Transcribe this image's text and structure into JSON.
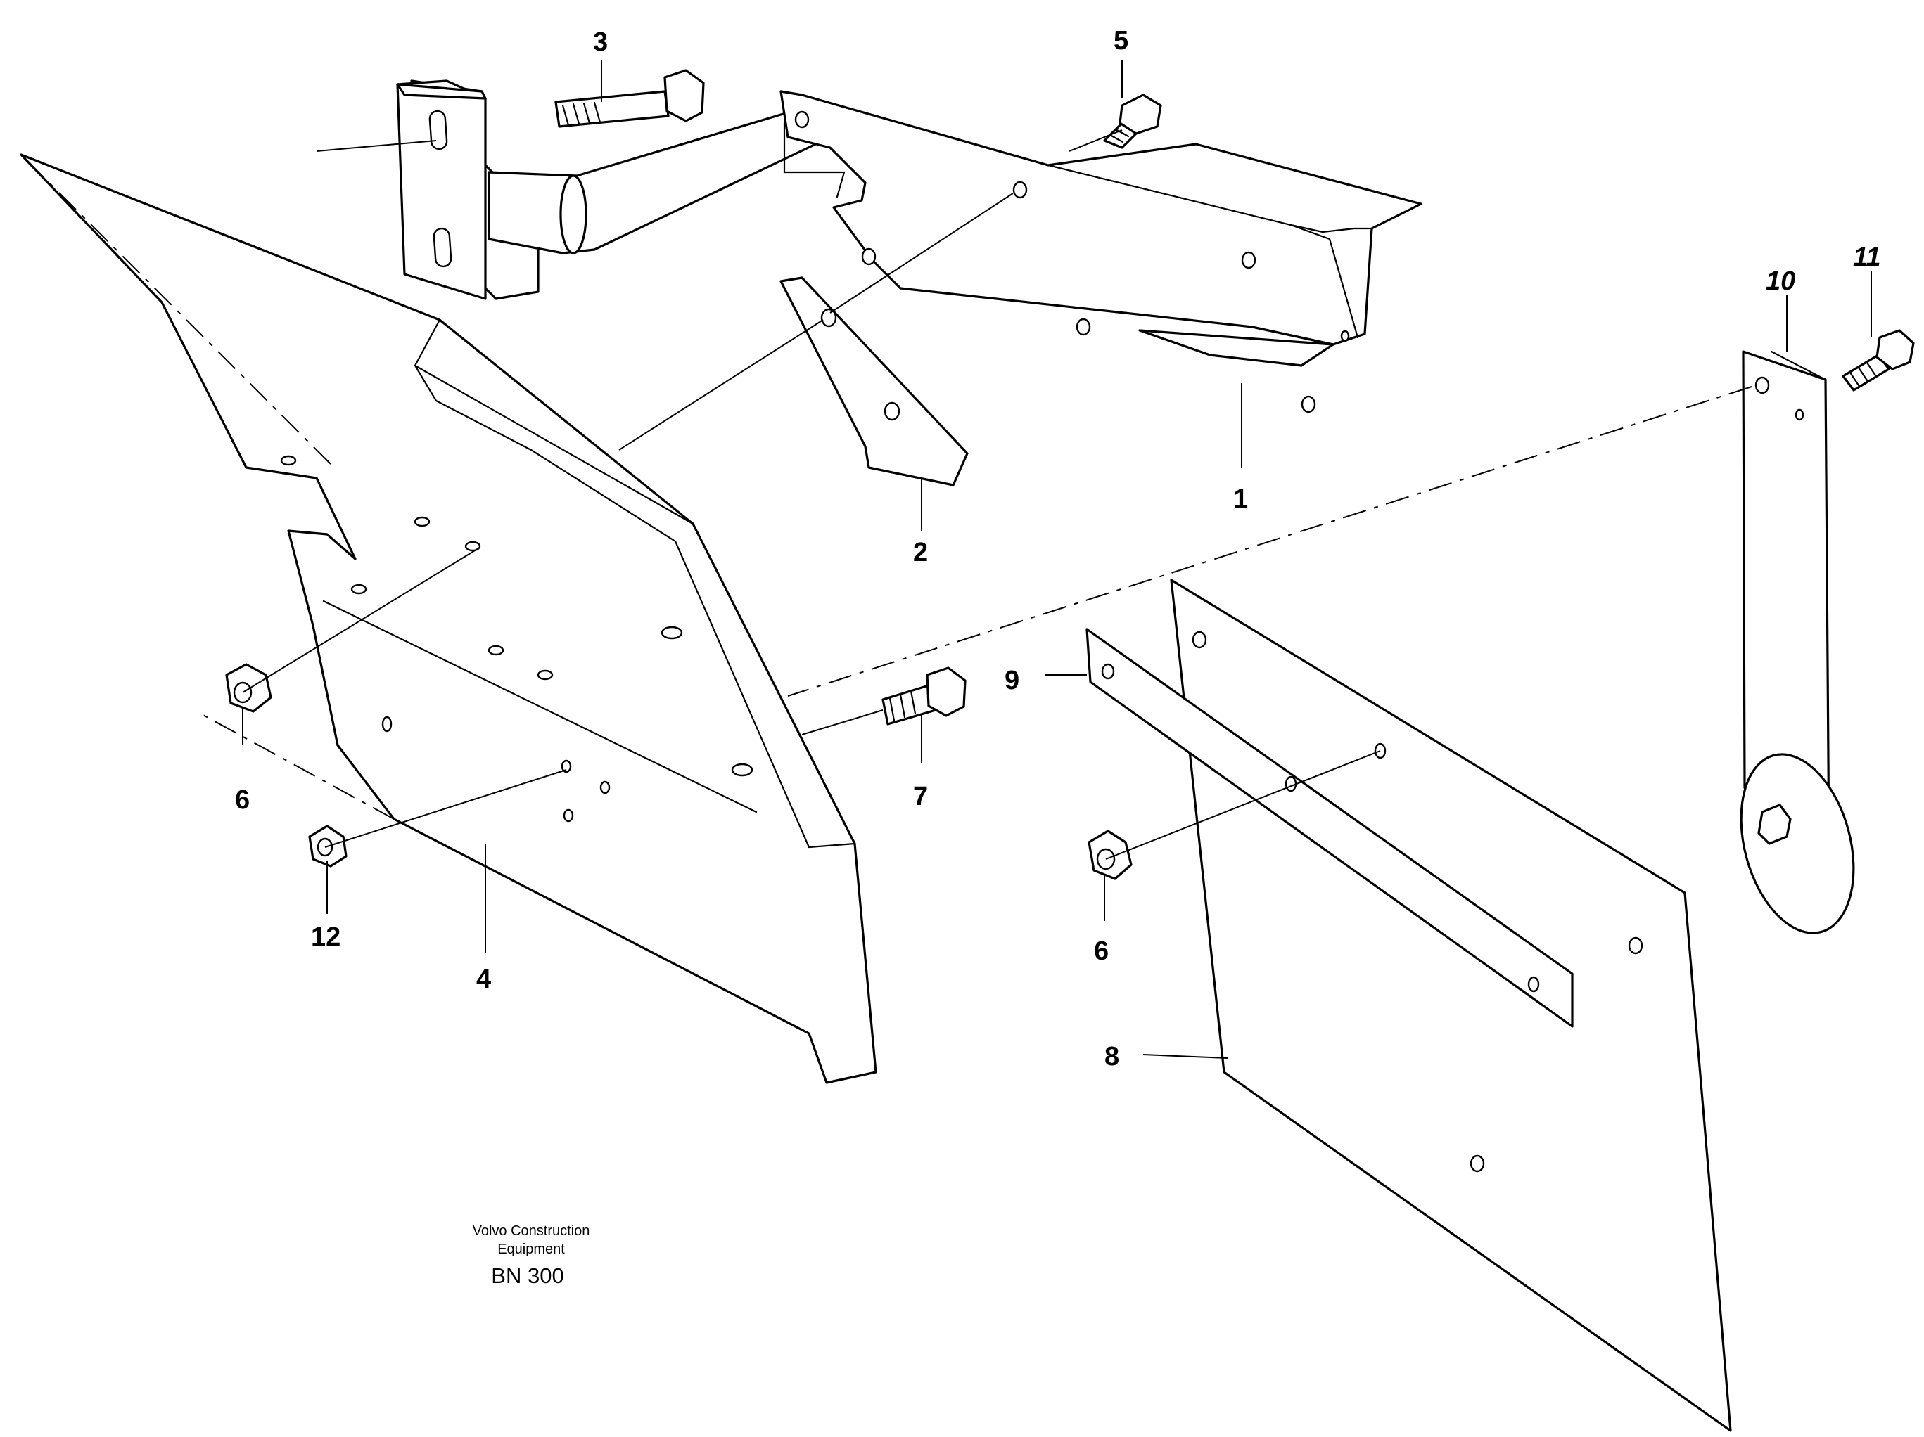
{
  "callouts": {
    "c1": "1",
    "c2": "2",
    "c3": "3",
    "c4": "4",
    "c5": "5",
    "c6a": "6",
    "c6b": "6",
    "c7": "7",
    "c8": "8",
    "c9": "9",
    "c10": "10",
    "c11": "11",
    "c12": "12"
  },
  "caption": {
    "line1": "Volvo Construction",
    "line2": "Equipment",
    "code": "BN 300"
  }
}
